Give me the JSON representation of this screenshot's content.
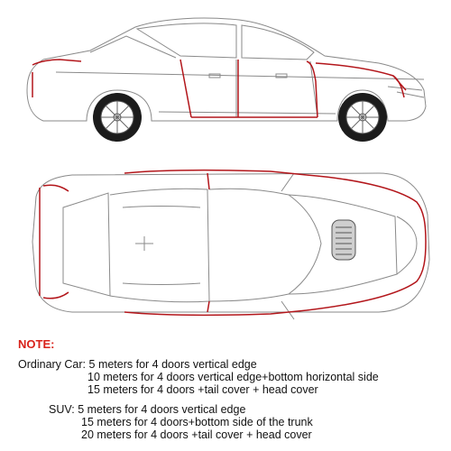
{
  "colors": {
    "outline": "#8a8a8a",
    "trim": "#b3161b",
    "note": "#d8221a",
    "text": "#111111"
  },
  "note": {
    "title": "NOTE:",
    "ordinary": {
      "label": "Ordinary Car:",
      "lines": [
        "5 meters for 4 doors vertical edge",
        "10 meters for 4 doors vertical edge+bottom horizontal side",
        "15 meters for 4 doors +tail cover + head cover"
      ]
    },
    "suv": {
      "label": "SUV:",
      "lines": [
        "5 meters for 4 doors vertical edge",
        "15 meters for 4 doors+bottom side of the trunk",
        "20 meters for 4 doors +tail cover + head cover"
      ]
    }
  }
}
